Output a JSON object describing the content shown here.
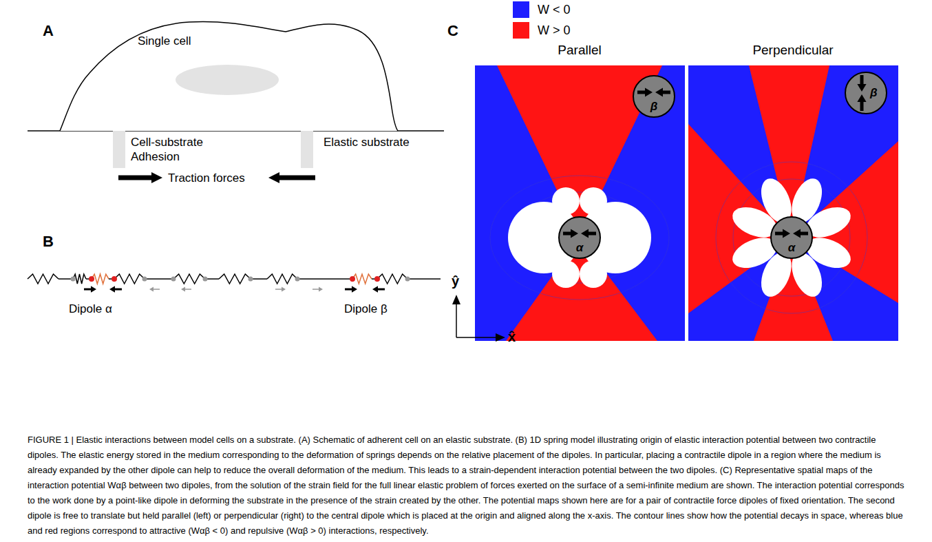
{
  "diagram": {
    "caption": "FIGURE 1 | Elastic interactions between model cells on a substrate. (A) Schematic of adherent cell on an elastic substrate. (B) 1D spring model illustrating origin of elastic interaction potential between two contractile dipoles. The elastic energy stored in the medium corresponding to the deformation of springs depends on the relative placement of the dipoles. In particular, placing a contractile dipole in a region where the medium is already expanded by the other dipole can help to reduce the overall deformation of the medium. This leads to a strain-dependent interaction potential between the two dipoles. (C) Representative spatial maps of the interaction potential Wαβ between two dipoles, from the solution of the strain field for the full linear elastic problem of forces exerted on the surface of a semi-infinite medium are shown. The interaction potential corresponds to the work done by a point-like dipole in deforming the substrate in the presence of the strain created by the other. The potential maps shown here are for a pair of contractile force dipoles of fixed orientation. The second dipole is free to translate but held parallel (left) or perpendicular (right) to the central dipole which is placed at the origin and aligned along the x-axis. The contour lines show how the potential decays in space, whereas blue and red regions correspond to attractive (Wαβ < 0) and repulsive (Wαβ > 0) interactions, respectively.",
    "nodes": [
      {
        "text": [
          "Single cell"
        ]
      },
      {
        "text": [
          "β"
        ]
      },
      {
        "text": [
          "α"
        ]
      },
      {
        "text": [
          "β"
        ]
      },
      {
        "text": [
          "α"
        ]
      }
    ],
    "labels": [
      "A",
      "Cell-substrate Adhesion",
      "Elastic substrate",
      "Traction forces",
      "B",
      "Dipole α",
      "Dipole β",
      "C",
      "Parallel",
      "Perpendicular",
      "ŷ",
      "x̂"
    ],
    "legend": [
      {
        "text": "W < 0",
        "color": "#1e1eff"
      },
      {
        "text": "W > 0",
        "color": "#ff1414"
      }
    ]
  }
}
